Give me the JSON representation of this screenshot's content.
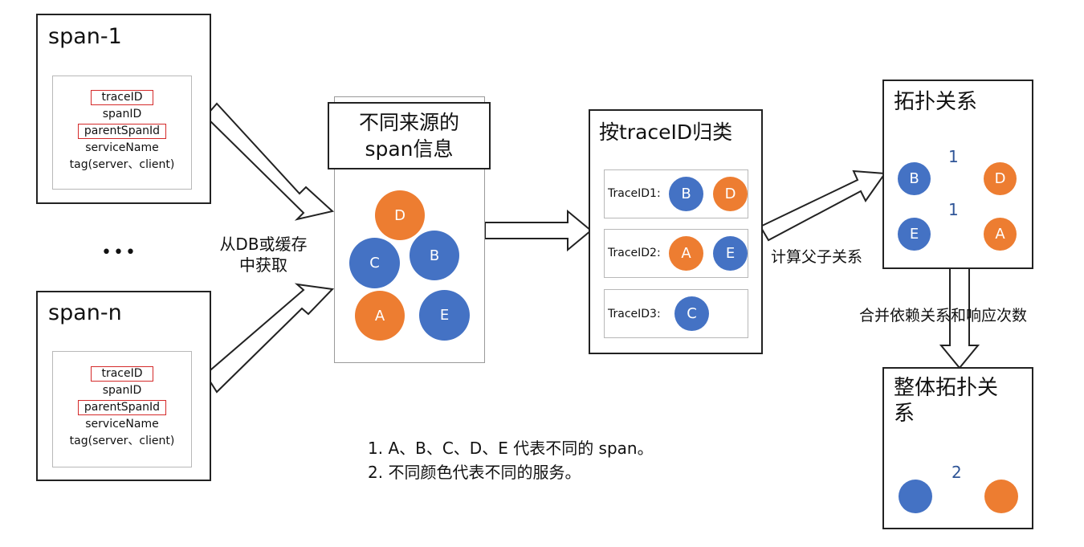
{
  "span_boxes": [
    {
      "title": "span-1",
      "fields": [
        "traceID",
        "spanID",
        "parentSpanId",
        "serviceName",
        "tag(server、client)"
      ]
    },
    {
      "title": "span-n",
      "fields": [
        "traceID",
        "spanID",
        "parentSpanId",
        "serviceName",
        "tag(server、client)"
      ]
    }
  ],
  "ellipsis": "•••",
  "fetch_label_line1": "从DB或缓存",
  "fetch_label_line2": "中获取",
  "sources_box": {
    "title_line1": "不同来源的",
    "title_line2": "span信息",
    "spans": [
      {
        "id": "D",
        "color": "orange"
      },
      {
        "id": "C",
        "color": "blue"
      },
      {
        "id": "B",
        "color": "blue"
      },
      {
        "id": "A",
        "color": "orange"
      },
      {
        "id": "E",
        "color": "blue"
      }
    ]
  },
  "group_box": {
    "title": "按traceID归类",
    "rows": [
      {
        "label": "TraceID1:",
        "spans": [
          {
            "id": "B",
            "color": "blue"
          },
          {
            "id": "D",
            "color": "orange"
          }
        ]
      },
      {
        "label": "TraceID2:",
        "spans": [
          {
            "id": "A",
            "color": "orange"
          },
          {
            "id": "E",
            "color": "blue"
          }
        ]
      },
      {
        "label": "TraceID3:",
        "spans": [
          {
            "id": "C",
            "color": "blue"
          }
        ]
      }
    ]
  },
  "compute_label": "计算父子关系",
  "topology_box": {
    "title": "拓扑关系",
    "edges": [
      {
        "from": "B",
        "to": "D",
        "count": "1"
      },
      {
        "from": "E",
        "to": "A",
        "count": "1"
      }
    ]
  },
  "merge_label": "合并依赖关系和响应次数",
  "overall_box": {
    "title_line1": "整体拓扑关",
    "title_line2": "系",
    "count": "2"
  },
  "notes": [
    "1. A、B、C、D、E 代表不同的 span。",
    "2. 不同颜色代表不同的服务。"
  ],
  "colors": {
    "blue": "#4472c4",
    "orange": "#ed7d31",
    "count_text": "#2f5597",
    "highlight": "#d42a2a"
  }
}
